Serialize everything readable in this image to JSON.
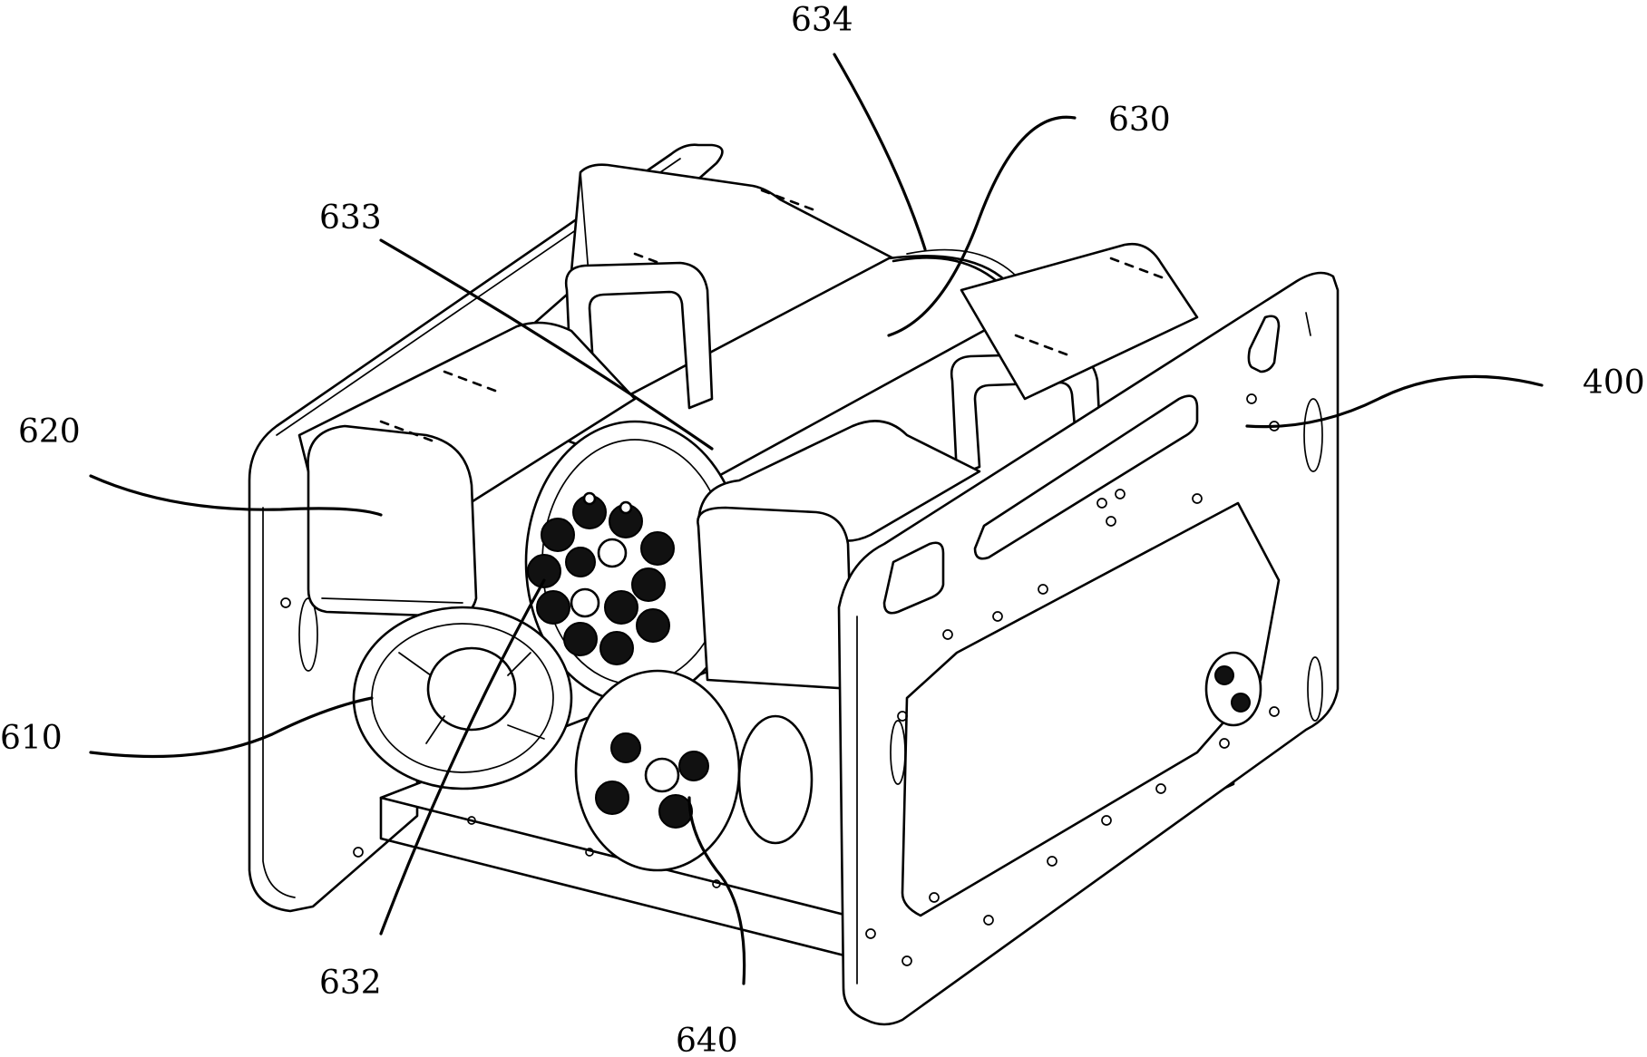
{
  "labels": {
    "l634": "634",
    "l630": "630",
    "l633": "633",
    "l400": "400",
    "l620": "620",
    "l610": "610",
    "l632": "632",
    "l640": "640"
  },
  "colors": {
    "line": "#000000",
    "background": "#ffffff"
  }
}
